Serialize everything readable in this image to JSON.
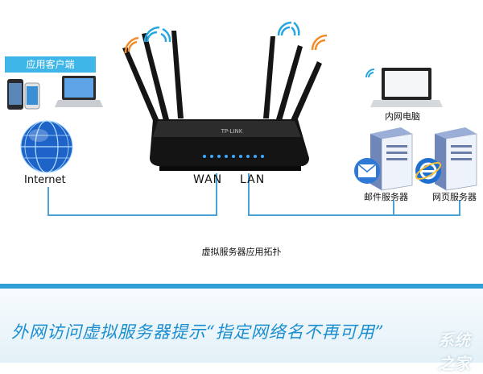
{
  "diagram": {
    "clients_label": "应用客户端",
    "internet_label": "Internet",
    "router_brand": "TP-LINK",
    "wan_label": "WAN",
    "lan_label": "LAN",
    "intranet_pc_label": "内网电脑",
    "mail_server_label": "邮件服务器",
    "web_server_label": "网页服务器",
    "caption": "虚拟服务器应用拓扑"
  },
  "banner": {
    "text": "外网访问虚拟服务器提示“指定网络名不再可用”",
    "watermark": "系统之家"
  },
  "colors": {
    "accent": "#3fb6e8",
    "connector": "#4aa3d8",
    "banner_border": "#2f9fd6",
    "banner_text": "#1a8ed0",
    "router_body": "#111111",
    "router_led": "#3aa9ff",
    "wifi_orange": "#f08c2a",
    "wifi_blue": "#27a6df"
  },
  "icons": [
    "phone-icon",
    "tablet-icon",
    "laptop-icon",
    "globe-icon",
    "router-icon",
    "wifi-signal-icon",
    "server-icon",
    "mail-icon",
    "ie-icon"
  ]
}
